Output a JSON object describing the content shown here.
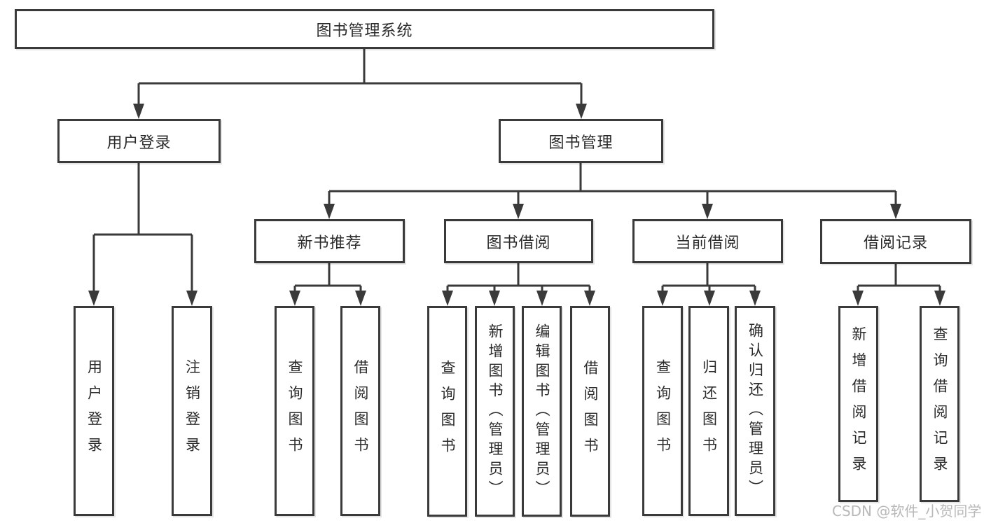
{
  "colors": {
    "line": "#3a3a3a",
    "text": "#2b2b2b",
    "background": "#ffffff",
    "watermark": "#b8b8b8"
  },
  "watermark": {
    "text": "CSDN @软件_小贺同学"
  },
  "tree": {
    "root": {
      "label": "图书管理系统",
      "children": [
        {
          "label": "用户登录",
          "children": [
            {
              "label": "用户登录"
            },
            {
              "label": "注销登录"
            }
          ]
        },
        {
          "label": "图书管理",
          "children": [
            {
              "label": "新书推荐",
              "children": [
                {
                  "label": "查询图书"
                },
                {
                  "label": "借阅图书"
                }
              ]
            },
            {
              "label": "图书借阅",
              "children": [
                {
                  "label": "查询图书"
                },
                {
                  "label": "新增图书（管理员）"
                },
                {
                  "label": "编辑图书（管理员）"
                },
                {
                  "label": "借阅图书"
                }
              ]
            },
            {
              "label": "当前借阅",
              "children": [
                {
                  "label": "查询图书"
                },
                {
                  "label": "归还图书"
                },
                {
                  "label": "确认归还（管理员）"
                }
              ]
            },
            {
              "label": "借阅记录",
              "children": [
                {
                  "label": "新增借阅记录"
                },
                {
                  "label": "查询借阅记录"
                }
              ]
            }
          ]
        }
      ]
    }
  }
}
